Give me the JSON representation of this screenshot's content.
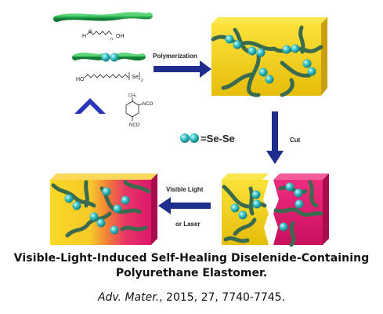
{
  "labels": {
    "polymerization": "Polymerization",
    "cut": "Cut",
    "visible_light": "Visible Light",
    "or_laser": "or Laser",
    "se_se": "=Se-Se"
  },
  "chem": {
    "peg_h": "H",
    "peg_o": "O",
    "peg_oh": "OH",
    "peg_n": "n",
    "diselenide_ho": "HO",
    "diselenide_se": "Se",
    "diselenide_2": "2",
    "tdi_ch3": "CH₃",
    "tdi_nco1": "NCO",
    "tdi_nco2": "NCO"
  },
  "caption": {
    "line1": "Visible-Light-Induced Self-Healing Diselenide-Containing",
    "line2": "Polyurethane Elastomer.",
    "journal": "Adv. Mater.",
    "citation": ", 2015, 27, 7740-7745."
  },
  "colors": {
    "chain_green": "#22a84a",
    "chain_dark": "#2f5e45",
    "bead_cyan": "#3cc6cc",
    "block_yellow": "#f5d31c",
    "block_magenta": "#e11a6f",
    "arrow_navy": "#1f2d8c",
    "chevron_blue": "#2a35b8"
  }
}
